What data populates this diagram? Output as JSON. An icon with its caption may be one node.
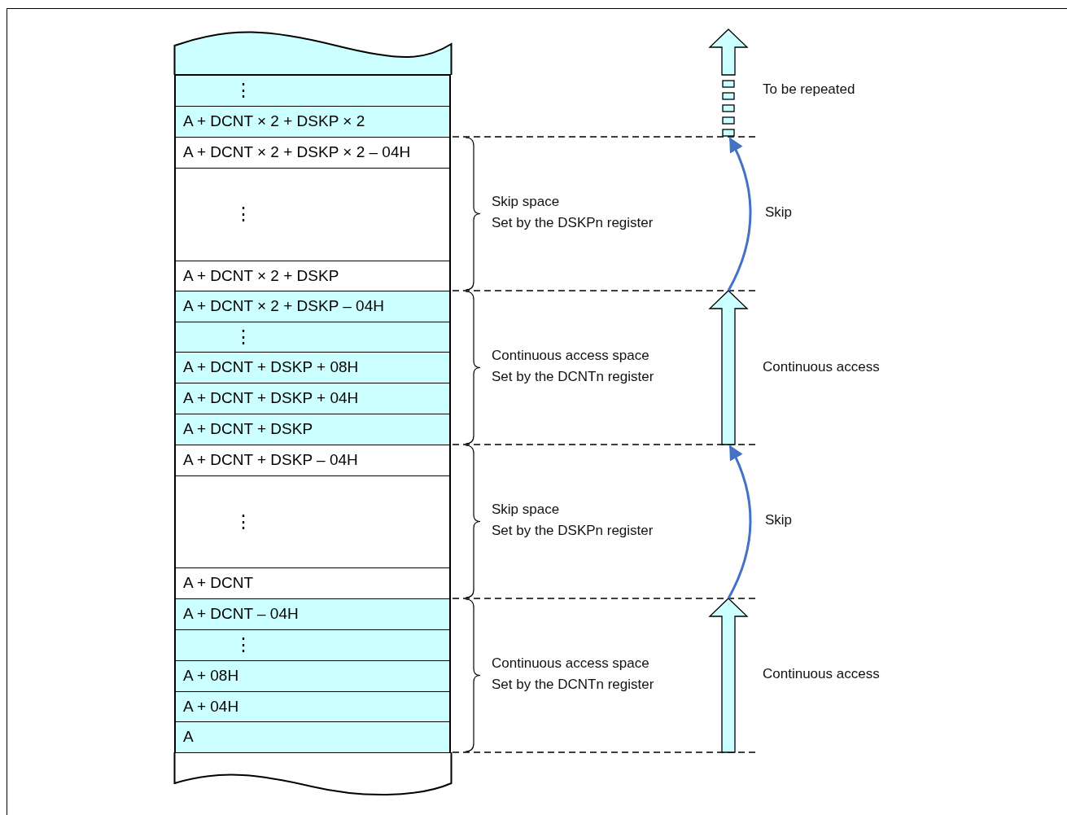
{
  "diagram": {
    "nodes": [
      {
        "text": [],
        "shape": "box"
      },
      {
        "text": [
          "⋮"
        ]
      },
      {
        "text": [
          "A + DCNT × 2 + DSKP × 2"
        ]
      },
      {
        "text": [
          "A + DCNT × 2 + DSKP × 2 – 04H"
        ]
      },
      {
        "text": [
          "⋮"
        ]
      },
      {
        "text": [
          "A + DCNT × 2 + DSKP"
        ]
      },
      {
        "text": [
          "A + DCNT × 2 + DSKP – 04H"
        ]
      },
      {
        "text": [
          "⋮"
        ]
      },
      {
        "text": [
          "A + DCNT + DSKP + 08H"
        ]
      },
      {
        "text": [
          "A + DCNT + DSKP + 04H"
        ]
      },
      {
        "text": [
          "A + DCNT + DSKP"
        ]
      },
      {
        "text": [
          "A + DCNT + DSKP – 04H"
        ]
      },
      {
        "text": [
          "⋮"
        ]
      },
      {
        "text": [
          "A + DCNT"
        ]
      },
      {
        "text": [
          "A + DCNT – 04H"
        ]
      },
      {
        "text": [
          "⋮"
        ]
      },
      {
        "text": [
          "A + 08H"
        ]
      },
      {
        "text": [
          "A + 04H"
        ]
      },
      {
        "text": [
          "A"
        ]
      },
      {
        "text": [],
        "shape": "box"
      }
    ],
    "labels": [
      "To be repeated",
      "Skip space",
      "Set by the DSKPn register",
      "Skip",
      "Continuous access space",
      "Set by the DCNTn register",
      "Continuous access",
      "Skip space",
      "Set by the DSKPn register",
      "Skip",
      "Continuous access space",
      "Set by the DCNTn register",
      "Continuous access"
    ]
  }
}
